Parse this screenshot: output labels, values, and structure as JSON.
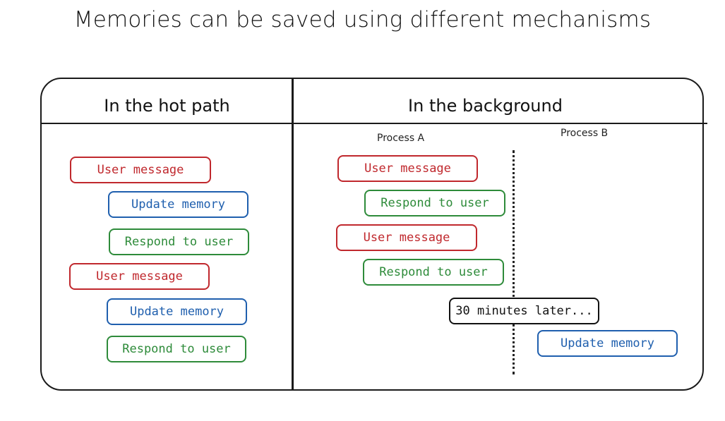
{
  "title": "Memories can be saved using different mechanisms",
  "columns": {
    "hot_path": {
      "heading": "In the hot path",
      "steps": [
        "User message",
        "Update memory",
        "Respond to user",
        "User message",
        "Update memory",
        "Respond to user"
      ]
    },
    "background": {
      "heading": "In the background",
      "process_a_label": "Process A",
      "process_b_label": "Process B",
      "process_a_steps": [
        "User message",
        "Respond to user",
        "User message",
        "Respond to user"
      ],
      "delay_label": "30 minutes later...",
      "process_b_steps": [
        "Update memory"
      ]
    }
  },
  "colors": {
    "user_message": "#c0282d",
    "update_memory": "#1f5fae",
    "respond_to_user": "#2e8b3a",
    "delay": "#111111"
  }
}
